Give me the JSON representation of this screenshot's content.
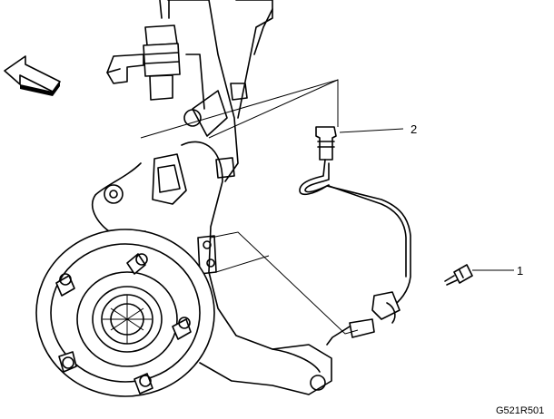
{
  "callouts": [
    {
      "id": "1",
      "text": "1"
    },
    {
      "id": "2",
      "text": "2"
    }
  ],
  "figure_code": "G521R501",
  "icons": {
    "direction_arrow": "forward-arrow-icon"
  },
  "colors": {
    "line": "#000000",
    "background": "#ffffff"
  }
}
